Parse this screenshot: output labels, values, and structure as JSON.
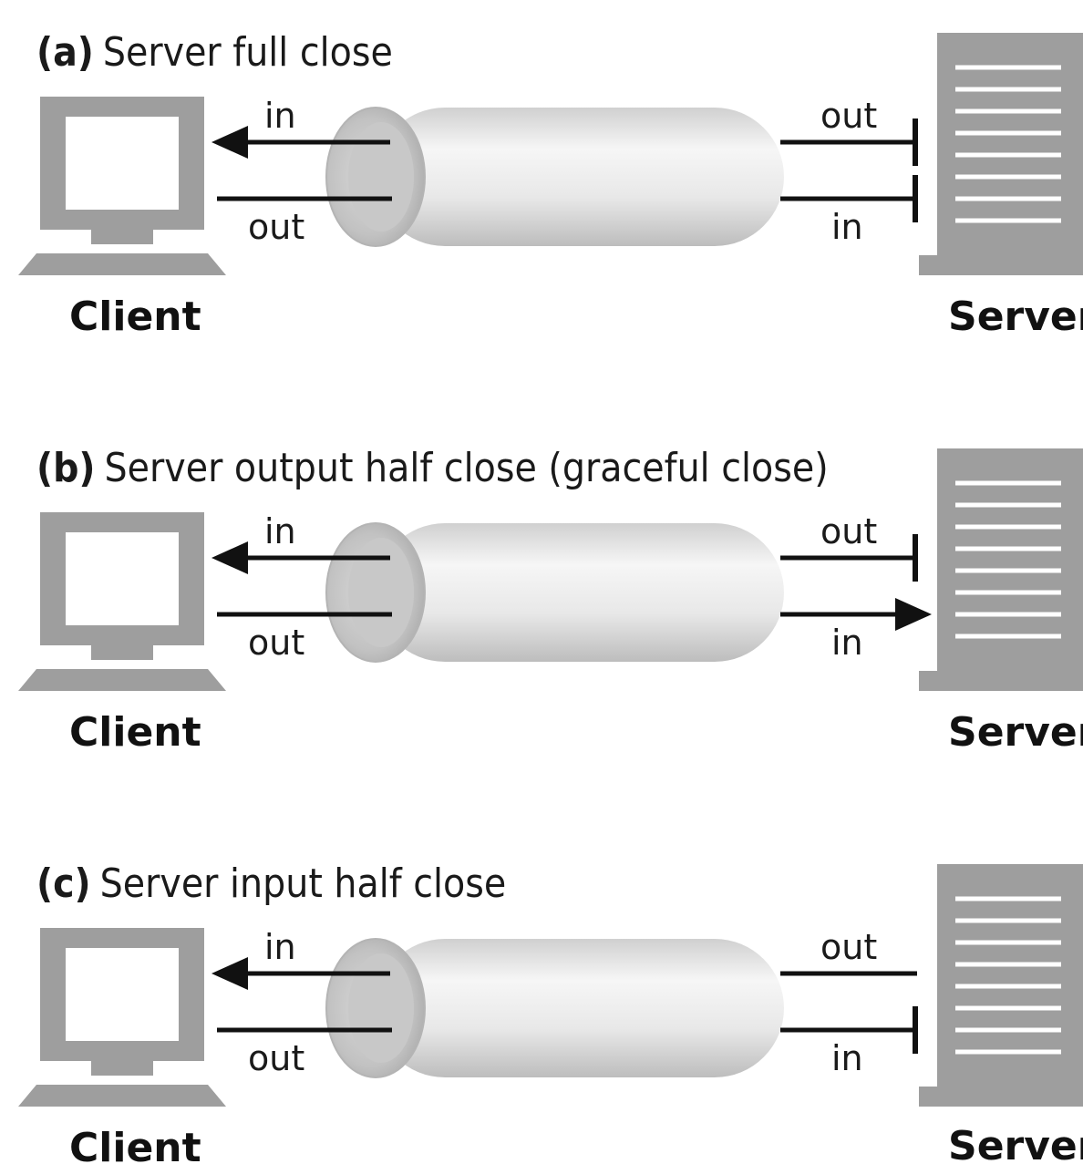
{
  "panels": [
    {
      "letter": "(a)",
      "title": "Server full close",
      "client_in": "in",
      "client_out": "out",
      "server_out": "out",
      "server_in": "in",
      "client_label": "Client",
      "server_label": "Server",
      "server_out_state": "closed",
      "server_in_state": "closed"
    },
    {
      "letter": "(b)",
      "title": "Server output half close (graceful close)",
      "client_in": "in",
      "client_out": "out",
      "server_out": "out",
      "server_in": "in",
      "client_label": "Client",
      "server_label": "Server",
      "server_out_state": "closed",
      "server_in_state": "open"
    },
    {
      "letter": "(c)",
      "title": "Server input half close",
      "client_in": "in",
      "client_out": "out",
      "server_out": "out",
      "server_in": "in",
      "client_label": "Client",
      "server_label": "Server",
      "server_out_state": "open",
      "server_in_state": "closed"
    }
  ],
  "colors": {
    "device_gray": "#9e9e9e",
    "line": "#111111",
    "pipe_light": "#f4f4f4",
    "pipe_dark": "#c4c4c4"
  }
}
